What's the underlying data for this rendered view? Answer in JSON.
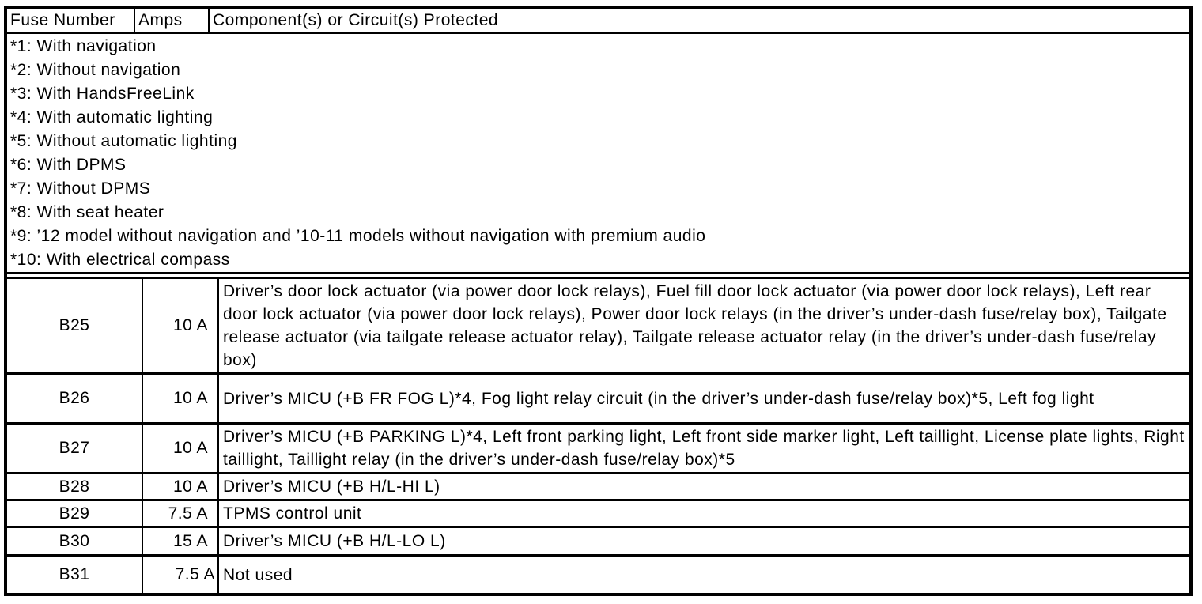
{
  "table": {
    "header": {
      "fuse_number": "Fuse Number",
      "amps": "Amps",
      "component": "Component(s) or Circuit(s) Protected"
    },
    "notes": [
      "*1: With navigation",
      "*2: Without navigation",
      "*3: With HandsFreeLink",
      "*4: With automatic lighting",
      "*5: Without automatic lighting",
      "*6: With DPMS",
      "*7: Without DPMS",
      "*8: With seat heater",
      "*9: ’12 model without navigation and ’10-11 models without navigation with premium audio",
      "*10: With electrical compass"
    ],
    "rows": [
      {
        "fuse": "B25",
        "amps": "10 A",
        "component": "Driver’s door lock actuator (via power door lock relays), Fuel fill door lock actuator (via power door lock relays), Left rear door lock actuator (via power door lock relays), Power door lock relays (in the driver’s under-dash fuse/relay box), Tailgate release actuator (via tailgate release actuator relay), Tailgate release actuator relay (in the driver’s under-dash fuse/relay box)"
      },
      {
        "fuse": "B26",
        "amps": "10 A",
        "component": "Driver’s MICU (+B FR FOG L)*4, Fog light relay circuit (in the driver’s under-dash fuse/relay box)*5, Left fog light"
      },
      {
        "fuse": "B27",
        "amps": "10 A",
        "component": "Driver’s MICU (+B PARKING L)*4, Left front parking light, Left front side marker light, Left taillight, License plate lights, Right taillight, Taillight relay (in the driver’s under-dash fuse/relay box)*5"
      },
      {
        "fuse": "B28",
        "amps": "10 A",
        "component": "Driver’s MICU (+B H/L-HI L)"
      },
      {
        "fuse": "B29",
        "amps": "7.5 A",
        "component": "TPMS control unit"
      },
      {
        "fuse": "B30",
        "amps": "15 A",
        "component": "Driver’s MICU (+B H/L-LO L)"
      },
      {
        "fuse": "B31",
        "amps": "7.5 A",
        "component": "Not used"
      }
    ]
  }
}
